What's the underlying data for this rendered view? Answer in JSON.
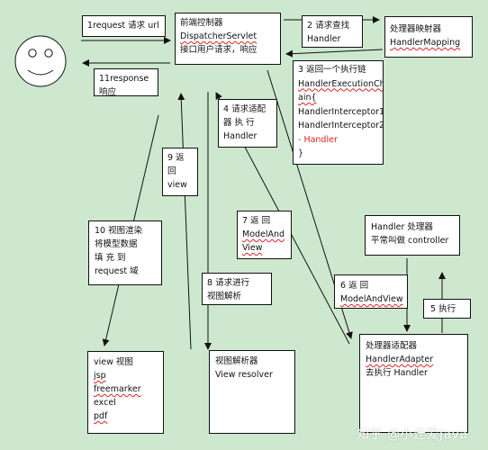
{
  "boxes": {
    "request_url": [
      "1request 请求 url"
    ],
    "dispatcher": [
      "前端控制器",
      "DispatcherServlet",
      "接口用户请求，响应"
    ],
    "find_handler": [
      "2 请求查找",
      "Handler"
    ],
    "handler_mapping": [
      "处理器映射器",
      "HandlerMapping"
    ],
    "response": [
      "11response",
      "响应"
    ],
    "execution_chain": [
      "3 返回一个执行链",
      "HandlerExecutionCh",
      "ain{",
      "HandlerInterceptor1",
      "HandlerInterceptor2",
      "- Handler",
      "}"
    ],
    "request_adapter": [
      "4 请求适配",
      "器  执  行",
      "Handler"
    ],
    "return_view": [
      "9  返",
      "回",
      "view"
    ],
    "return_mav_7": [
      "7    返    回",
      "ModelAnd",
      "View"
    ],
    "render_view": [
      "10 视图渲染",
      "将模型数据",
      "填    充    到",
      "request 域"
    ],
    "handler_controller": [
      "Handler 处理器",
      "平常叫做 controller"
    ],
    "resolve_view": [
      "8 请求进行",
      "视图解析"
    ],
    "return_mav_6": [
      "6      返      回",
      "ModelAndView"
    ],
    "execute": [
      "5 执行"
    ],
    "view_types": [
      "view 视图",
      "jsp",
      "freemarker",
      "excel",
      "pdf"
    ],
    "view_resolver": [
      "视图解析器",
      "View resolver"
    ],
    "handler_adapter": [
      "处理器适配器",
      "HandlerAdapter",
      "去执行 Handler"
    ]
  },
  "watermark": "知乎 @小迁爱Java"
}
